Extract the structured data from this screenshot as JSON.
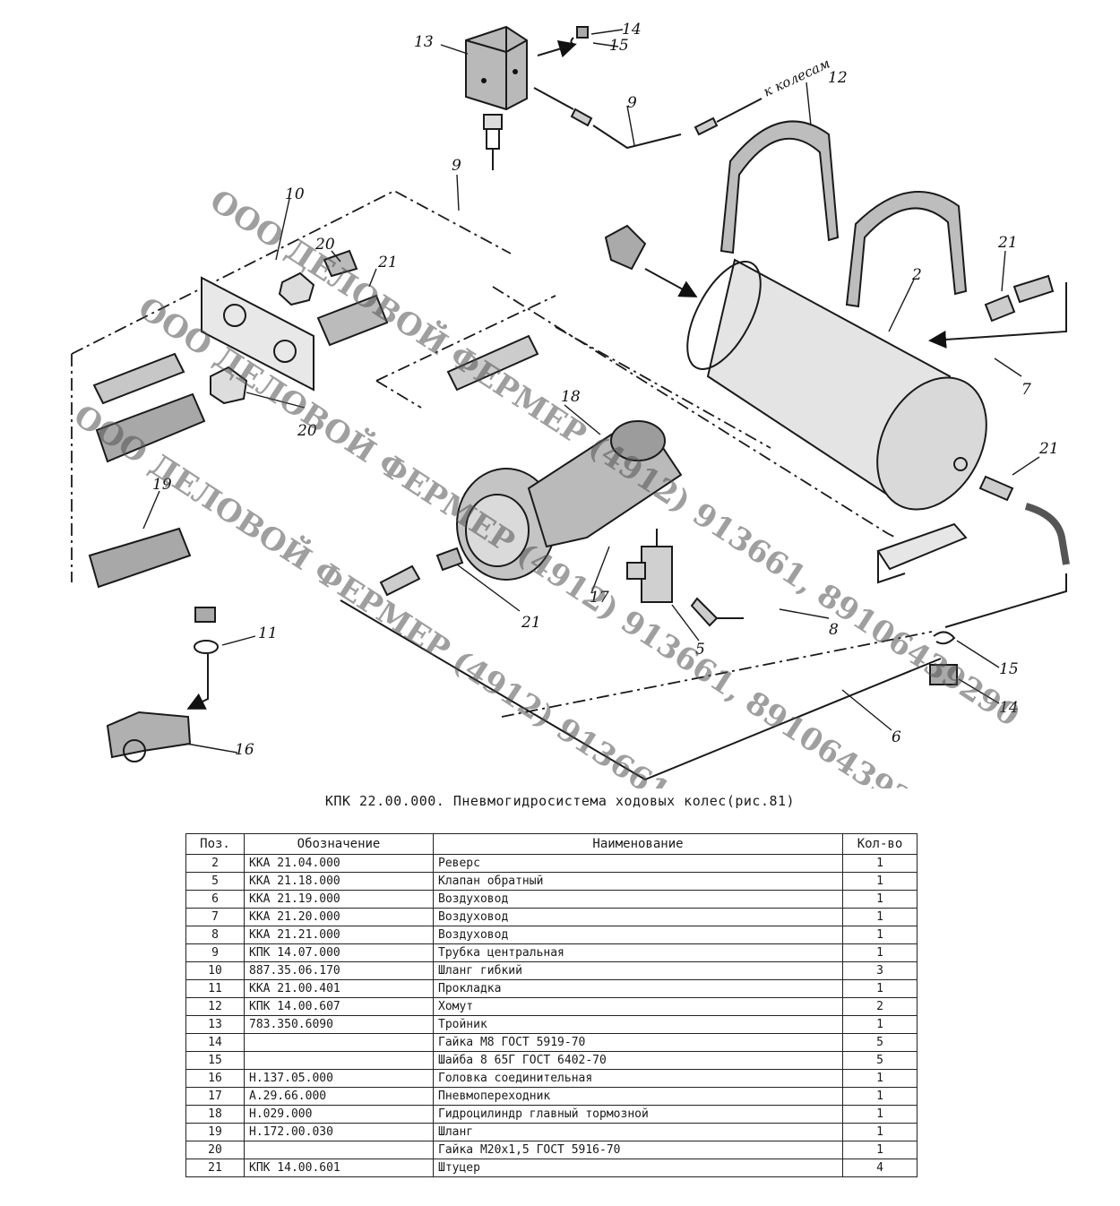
{
  "diagram": {
    "callouts": [
      "13",
      "14",
      "15",
      "12",
      "9",
      "9",
      "10",
      "20",
      "21",
      "2",
      "21",
      "7",
      "20",
      "18",
      "21",
      "19",
      "11",
      "21",
      "17",
      "5",
      "8",
      "15",
      "14",
      "6",
      "16"
    ],
    "direction_label": "к колесам"
  },
  "watermark": "ООО ДЕЛОВОЙ ФЕРМЕР (4912) 913661, 89106439290",
  "caption": "КПК 22.00.000. Пневмогидросистема ходовых колес(рис.81)",
  "table": {
    "headers": [
      "Поз.",
      "Обозначение",
      "Наименование",
      "Кол-во"
    ],
    "rows": [
      {
        "pos": "2",
        "code": "ККА 21.04.000",
        "name": "Реверс",
        "qty": "1"
      },
      {
        "pos": "5",
        "code": "ККА 21.18.000",
        "name": "Клапан обратный",
        "qty": "1"
      },
      {
        "pos": "6",
        "code": "ККА 21.19.000",
        "name": "Воздуховод",
        "qty": "1"
      },
      {
        "pos": "7",
        "code": "ККА 21.20.000",
        "name": "Воздуховод",
        "qty": "1"
      },
      {
        "pos": "8",
        "code": "ККА 21.21.000",
        "name": "Воздуховод",
        "qty": "1"
      },
      {
        "pos": "9",
        "code": "КПК 14.07.000",
        "name": "Трубка центральная",
        "qty": "1"
      },
      {
        "pos": "10",
        "code": "887.35.06.170",
        "name": "Шланг гибкий",
        "qty": "3"
      },
      {
        "pos": "11",
        "code": "ККА 21.00.401",
        "name": "Прокладка",
        "qty": "1"
      },
      {
        "pos": "12",
        "code": "КПК 14.00.607",
        "name": "Хомут",
        "qty": "2"
      },
      {
        "pos": "13",
        "code": "783.350.6090",
        "name": "Тройник",
        "qty": "1"
      },
      {
        "pos": "14",
        "code": "",
        "name": "Гайка М8 ГОСТ 5919-70",
        "qty": "5"
      },
      {
        "pos": "15",
        "code": "",
        "name": "Шайба 8 65Г ГОСТ 6402-70",
        "qty": "5"
      },
      {
        "pos": "16",
        "code": "Н.137.05.000",
        "name": "Головка соединительная",
        "qty": "1"
      },
      {
        "pos": "17",
        "code": "А.29.66.000",
        "name": "Пневмопереходник",
        "qty": "1"
      },
      {
        "pos": "18",
        "code": "Н.029.000",
        "name": "Гидроцилиндр главный тормозной",
        "qty": "1"
      },
      {
        "pos": "19",
        "code": "Н.172.00.030",
        "name": "Шланг",
        "qty": "1"
      },
      {
        "pos": "20",
        "code": "",
        "name": "Гайка М20x1,5 ГОСТ 5916-70",
        "qty": "1"
      },
      {
        "pos": "21",
        "code": "КПК 14.00.601",
        "name": "Штуцер",
        "qty": "4"
      }
    ]
  }
}
